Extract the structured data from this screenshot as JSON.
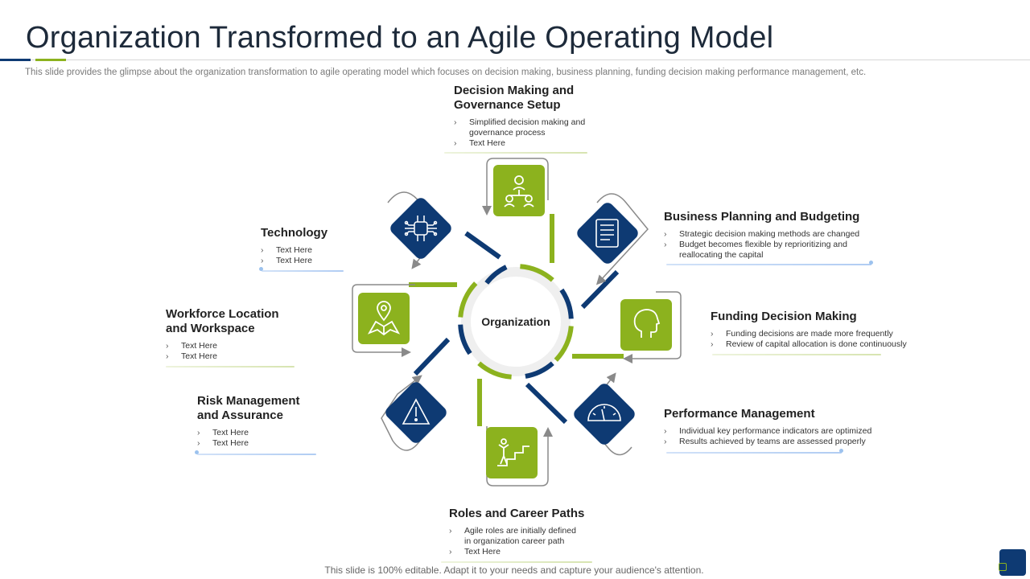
{
  "header": {
    "title": "Organization Transformed to an Agile Operating Model",
    "subtitle": "This slide provides the glimpse about the organization transformation to agile operating model which focuses on decision making, business planning, funding decision making performance management, etc."
  },
  "center": {
    "label": "Organization"
  },
  "blocks": {
    "decision": {
      "heading_line1": "Decision Making and",
      "heading_line2": "Governance Setup",
      "bullet1_line1": "Simplified decision making and",
      "bullet1_line2": "governance process",
      "bullet2": "Text Here"
    },
    "business": {
      "heading": "Business Planning and Budgeting",
      "bullet1": "Strategic decision making methods are changed",
      "bullet2_line1": "Budget becomes flexible by reprioritizing and",
      "bullet2_line2": "reallocating the capital"
    },
    "funding": {
      "heading": "Funding Decision Making",
      "bullet1": "Funding decisions are made more frequently",
      "bullet2": "Review of capital allocation is done continuously"
    },
    "performance": {
      "heading": "Performance Management",
      "bullet1": "Individual key performance indicators are optimized",
      "bullet2": "Results achieved by teams are assessed properly"
    },
    "roles": {
      "heading": "Roles and Career Paths",
      "bullet1_line1": "Agile roles are initially defined",
      "bullet1_line2": "in organization career path",
      "bullet2": "Text Here"
    },
    "risk": {
      "heading_line1": "Risk Management",
      "heading_line2": "and Assurance",
      "bullet1": "Text Here",
      "bullet2": "Text Here"
    },
    "workforce": {
      "heading_line1": "Workforce Location",
      "heading_line2": "and Workspace",
      "bullet1": "Text Here",
      "bullet2": "Text Here"
    },
    "technology": {
      "heading": "Technology",
      "bullet1": "Text Here",
      "bullet2": "Text Here"
    }
  },
  "icons": {
    "top": "organization-hierarchy-icon",
    "top_right": "document-icon",
    "right": "head-profile-icon",
    "bottom_right": "gauge-icon",
    "bottom": "career-stairs-icon",
    "bottom_left": "warning-icon",
    "left": "map-location-icon",
    "top_left": "circuit-brain-icon"
  },
  "colors": {
    "navy": "#0e3a73",
    "green": "#8cb21e",
    "gray_ring": "#eeeeee",
    "text_dark": "#1d2a3a"
  },
  "footer": {
    "text": "This slide is 100% editable. Adapt it to your needs and capture your audience's attention."
  }
}
